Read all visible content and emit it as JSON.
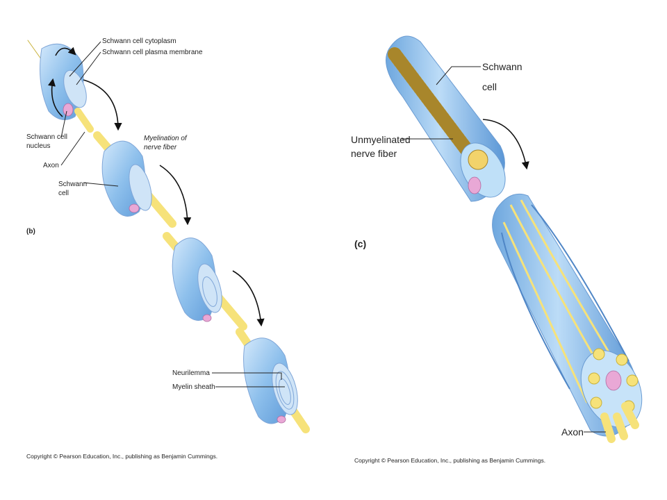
{
  "panel_b": {
    "label": "(b)",
    "labels": {
      "schwann_cell_cytoplasm": "Schwann cell cytoplasm",
      "schwann_cell_plasma_membrane": "Schwann cell plasma membrane",
      "schwann_cell_nucleus_line1": "Schwann cell",
      "schwann_cell_nucleus_line2": "nucleus",
      "axon": "Axon",
      "schwann_cell_line1": "Schwann",
      "schwann_cell_line2": "cell",
      "myelination_line1": "Myelination of",
      "myelination_line2": "nerve fiber",
      "neurilemma": "Neurilemma",
      "myelin_sheath": "Myelin sheath"
    },
    "copyright": "Copyright © Pearson Education, Inc., publishing as Benjamin Cummings."
  },
  "panel_c": {
    "label": "(c)",
    "labels": {
      "schwann_cell_line1": "Schwann",
      "schwann_cell_line2": "cell",
      "unmyelinated_line1": "Unmyelinated",
      "unmyelinated_line2": "nerve fiber",
      "axon": "Axon"
    },
    "copyright": "Copyright © Pearson Education, Inc., publishing as Benjamin Cummings."
  },
  "colors": {
    "schwann_cell": "#9cc6ee",
    "axon": "#f6e27a",
    "nucleus": "#e9a8d6"
  }
}
